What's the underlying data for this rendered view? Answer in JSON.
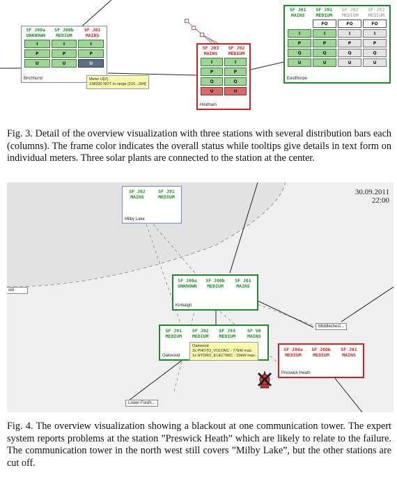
{
  "fig3": {
    "birchhurst": {
      "name": "Birchhurst",
      "columns": [
        {
          "id": "SF J00a",
          "status": "UNKNOWN",
          "tone": "green"
        },
        {
          "id": "SF J00b",
          "status": "MEDIUM",
          "tone": "green"
        },
        {
          "id": "SF J01",
          "status": "MAINS",
          "tone": "red"
        }
      ],
      "rows": [
        "I",
        "P",
        "U"
      ]
    },
    "hindham": {
      "name": "Hindham",
      "columns": [
        {
          "id": "SF J03",
          "status": "MAINS",
          "tone": "red"
        },
        {
          "id": "SF J92",
          "status": "MEDIUM",
          "tone": "red"
        }
      ],
      "rows": [
        "I",
        "P",
        "Q",
        "U"
      ]
    },
    "eastthorpe": {
      "name": "Eastthorpe",
      "columns": [
        {
          "id": "SF J01",
          "status": "MAINS",
          "tone": "green"
        },
        {
          "id": "SF J91",
          "status": "MEDIUM",
          "tone": "green"
        },
        {
          "id": "SF J92",
          "status": "MEDIUM",
          "tone": "grey"
        },
        {
          "id": "SF J93",
          "status": "MEDIUM",
          "tone": "grey"
        }
      ],
      "rows": [
        "FO",
        "I",
        "P",
        "Q",
        "U"
      ]
    },
    "tooltip": {
      "line1": "Meter U[V]",
      "line2": "238330 NOT in range [216...264]"
    }
  },
  "caption3": "Fig. 3.  Detail of the overview visualization with three stations with several distribution bars each (columns). The frame color indicates the overall status while tooltips give details in text form on individual meters. Three solar plants are connected to the station at the center.",
  "fig4": {
    "date": "30.09.2011",
    "time": "22:00",
    "milby": {
      "name": "Milby Lake",
      "columns": [
        {
          "id": "SF J02",
          "status": "MAINS"
        },
        {
          "id": "SF J91",
          "status": "MEDIUM"
        }
      ]
    },
    "kinhalgh": {
      "name": "Kinhalgh",
      "columns": [
        {
          "id": "SF J00a",
          "status": "UNKNOWN"
        },
        {
          "id": "SF J00b",
          "status": "MEDIUM"
        },
        {
          "id": "SF J01",
          "status": "MAINS"
        }
      ]
    },
    "oakwood": {
      "name": "Oakwood",
      "columns": [
        {
          "id": "SF J91",
          "status": "MEDIUM"
        },
        {
          "id": "SF J92",
          "status": "MEDIUM"
        },
        {
          "id": "SF J93",
          "status": "MEDIUM"
        },
        {
          "id": "SF V8",
          "status": "MAINS"
        }
      ]
    },
    "preswick": {
      "name": "Preswick Heath",
      "columns": [
        {
          "id": "SF J00a",
          "status": "MEDIUM"
        },
        {
          "id": "SF J00b",
          "status": "MEDIUM"
        },
        {
          "id": "SF J01",
          "status": "MAINS"
        }
      ]
    },
    "tooltip": {
      "line1": "Oakwood",
      "line2": "3x PHOTO_VOLTAIC - 77kW max.",
      "line3": "1x HYDRO_ELECTRIC - 20kW max."
    },
    "labels": {
      "middlechest": "Middlechest...",
      "lowerfordh": "Lower Fordh...",
      "left_partial": "old"
    }
  },
  "caption4": "Fig. 4.  The overview visualization showing a blackout at one communication tower. The expert system reports problems at the station ”Preswick Heath” which are likely to relate to the failure. The communication tower in the north west still covers ”Milby Lake”, but the other stations are cut off."
}
